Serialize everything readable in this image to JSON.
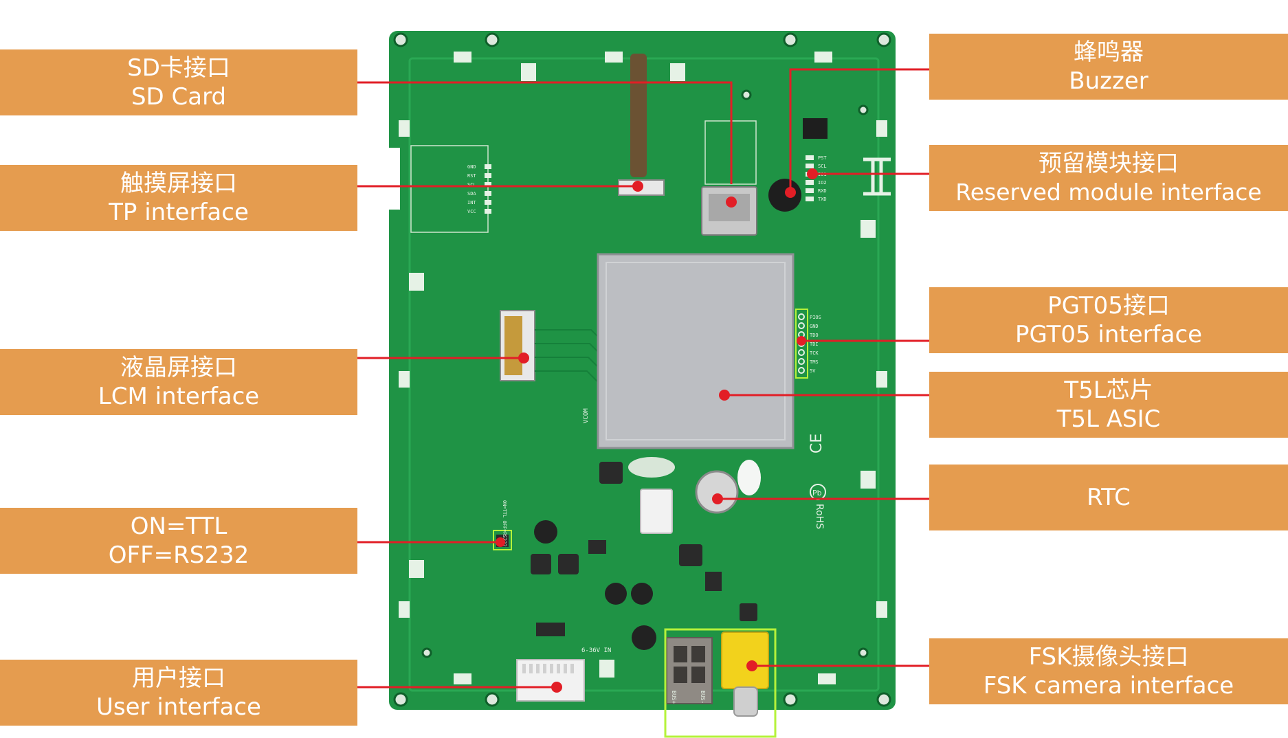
{
  "labels": {
    "sd": {
      "zh": "SD卡接口",
      "en": "SD Card"
    },
    "tp": {
      "zh": "触摸屏接口",
      "en": "TP interface"
    },
    "lcm": {
      "zh": "液晶屏接口",
      "en": "LCM interface"
    },
    "ttl": {
      "zh": "ON=TTL",
      "en": "OFF=RS232"
    },
    "user": {
      "zh": "用户接口",
      "en": "User interface"
    },
    "buzzer": {
      "zh": "蜂鸣器",
      "en": "Buzzer"
    },
    "reserved": {
      "zh": "预留模块接口",
      "en": "Reserved module interface"
    },
    "pgt": {
      "zh": "PGT05接口",
      "en": "PGT05 interface"
    },
    "t5l": {
      "zh": "T5L芯片",
      "en": "T5L ASIC"
    },
    "rtc": {
      "zh": "RTC"
    },
    "fsk": {
      "zh": "FSK摄像头接口",
      "en": "FSK camera interface"
    }
  },
  "board_text": {
    "tp_pins": [
      "GND",
      "RST",
      "SCL",
      "SDA",
      "INT",
      "VCC"
    ],
    "pgt_pins": [
      "PIOS",
      "GND",
      "TDO",
      "TDI",
      "TCK",
      "TMS",
      "5V"
    ],
    "reserved_pins": [
      "PST",
      "SCL",
      "IO1",
      "IO2",
      "RXD",
      "TXD"
    ],
    "power": "6-36V IN",
    "switch": "ON=TTL OFF=RS232",
    "bus_plus": "BUS+",
    "bus_minus": "BUS-",
    "ce": "CE",
    "rohs": "RoHS",
    "pb": "Pb",
    "vcom": "VCOM"
  },
  "colors": {
    "label_bg": "#E59C4F",
    "label_text": "#ffffff",
    "leader_line": "#E21E26",
    "pcb": "#1F9345",
    "pcb_dark": "#157A37",
    "silkscreen": "#E6F2E6",
    "highlight": "#B5F23A",
    "asic": "#BCBEC2",
    "camera_connector": "#F2D21C"
  }
}
